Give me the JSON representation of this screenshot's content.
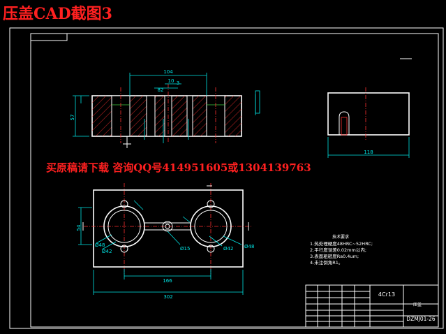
{
  "title": "压盖CAD截图3",
  "ad_text": "买原稿请下载 咨询QQ号414951605或1304139763",
  "dims": {
    "top_width": "104",
    "top_small_a": "82",
    "top_small_b": "10",
    "top_small_c": "3",
    "height_57": "57",
    "right_width": "118",
    "plan_center": "166",
    "plan_total": "302",
    "plan_height": "54",
    "dia_48_left": "Ø48",
    "dia_42_left": "Ø42",
    "dia_15": "Ø15",
    "dia_42_right": "Ø42",
    "dia_48_right": "Ø48"
  },
  "tech": {
    "heading": "技术要求",
    "lines": [
      "1.热处理硬度48HRC~52HRC;",
      "2.平行度误差0.02mm以内;",
      "3.表面粗糙度Ra0.4um;",
      "4.未注倒角R1。"
    ]
  },
  "title_block": {
    "material": "4Cr13",
    "part_name": "压盖",
    "drawing_no": "DZMJ01-26"
  }
}
